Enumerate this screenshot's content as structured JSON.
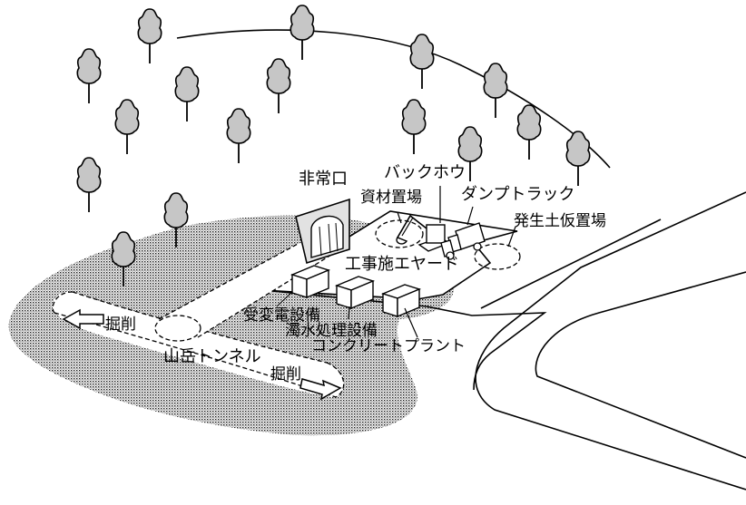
{
  "labels": {
    "emergency_exit": "非常口",
    "material_yard": "資材置場",
    "backhoe": "バックホウ",
    "dump_truck": "ダンプトラック",
    "soil_yard": "発生土仮置場",
    "construction_yard": "工事施エヤード",
    "substation": "受変電設備",
    "water_treatment": "濁水処理設備",
    "concrete_plant": "コンクリートプラント",
    "excavation_left": "掘削",
    "tunnel": "山岳トンネル",
    "excavation_right": "掘削"
  },
  "colors": {
    "line": "#000000",
    "tree_fill": "#c6c6c6",
    "stipple": "#1a1a1a",
    "background": "#ffffff"
  },
  "icons": [
    "tree-icon",
    "backhoe-icon",
    "dump-truck-icon",
    "facility-box-icon",
    "arrow-icon",
    "tunnel-portal-icon"
  ]
}
